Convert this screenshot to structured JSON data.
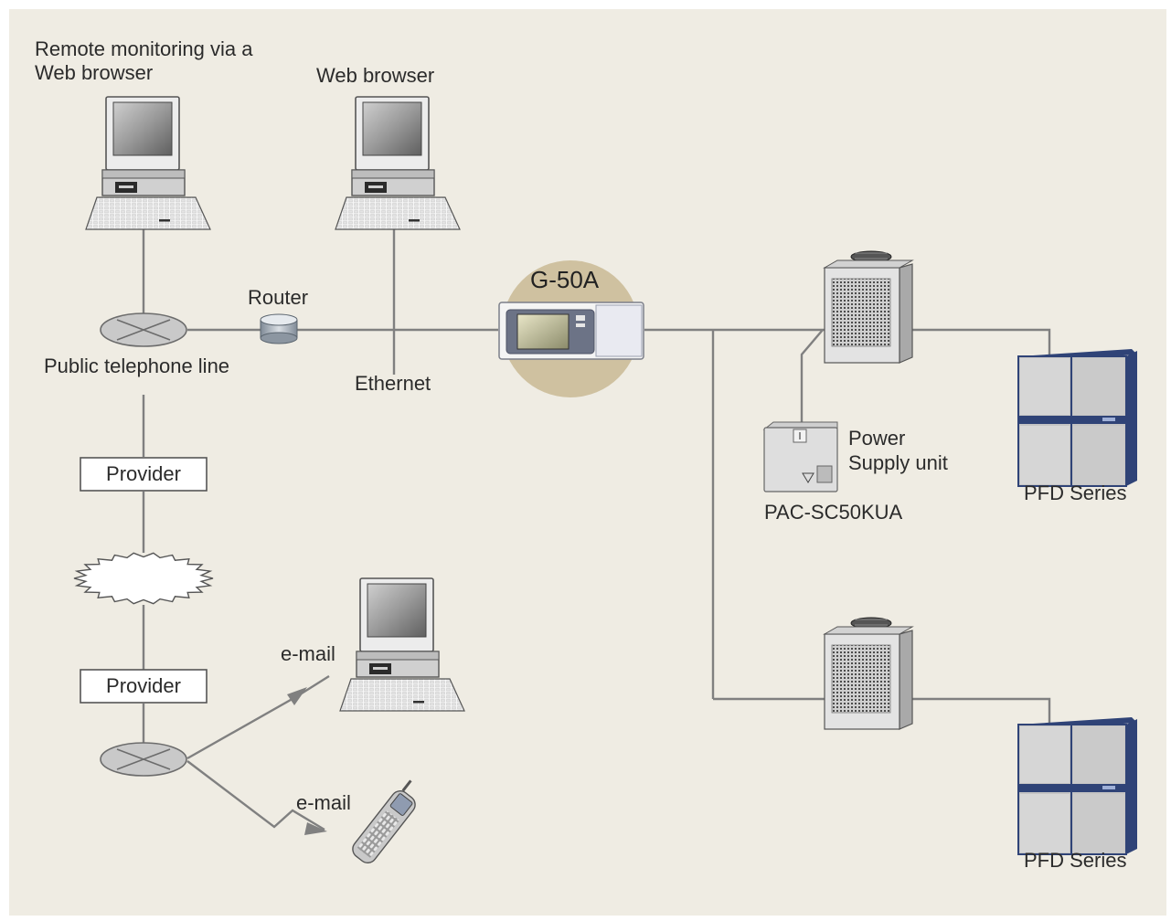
{
  "colors": {
    "background": "#efece3",
    "line": "#808080",
    "g50a_halo": "#cfc1a0",
    "pfd_accent": "#2f4377",
    "unit_body": "#dcdcdc"
  },
  "labels": {
    "remote_monitoring_line1": "Remote monitoring via a",
    "remote_monitoring_line2": "Web browser",
    "web_browser": "Web browser",
    "router": "Router",
    "g50a": "G-50A",
    "public_telephone_line": "Public telephone line",
    "ethernet": "Ethernet",
    "provider_top": "Provider",
    "provider_bottom": "Provider",
    "email_pc": "e-mail",
    "email_phone": "e-mail",
    "power_line1": "Power",
    "power_line2": "Supply unit",
    "pac_model": "PAC-SC50KUA",
    "pfd_series_top": "PFD Series",
    "pfd_series_bottom": "PFD Series"
  },
  "icons": {
    "computer": "desktop-computer-icon",
    "router": "router-icon",
    "exchange": "telephone-exchange-icon",
    "cloud": "internet-cloud-icon",
    "controller": "g50a-controller-icon",
    "outdoor_unit": "outdoor-unit-icon",
    "power_supply": "power-supply-unit-icon",
    "pfd_unit": "pfd-series-unit-icon",
    "mobile_phone": "mobile-phone-icon"
  }
}
